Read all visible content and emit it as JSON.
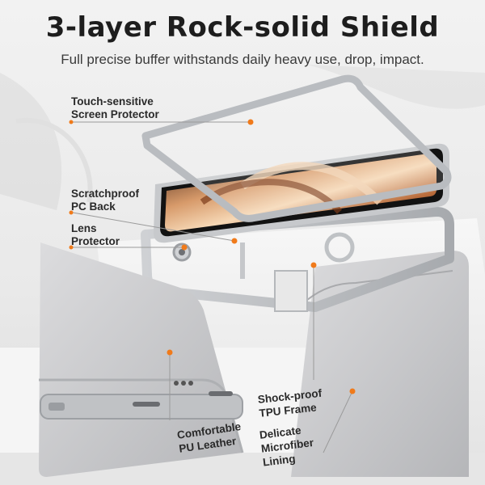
{
  "header": {
    "title": "3-layer Rock-solid Shield",
    "subtitle": "Full precise buffer withstands daily heavy use, drop, impact."
  },
  "callouts": {
    "screen_protector": [
      "Touch-sensitive",
      "Screen Protector"
    ],
    "pc_back": [
      "Scratchproof",
      "PC Back"
    ],
    "lens_protector": [
      "Lens",
      "Protector"
    ],
    "tpu_frame": [
      "Shock-proof",
      "TPU Frame"
    ],
    "pu_leather": [
      "Comfortable",
      "PU Leather"
    ],
    "microfiber": [
      "Delicate",
      "Microfiber",
      "Lining"
    ]
  },
  "colors": {
    "accent_dot": "#f07a1a",
    "frame_gray": "#b9bcc0",
    "leather_gray": "#c9c9cb",
    "title_text": "#1d1d1d"
  }
}
